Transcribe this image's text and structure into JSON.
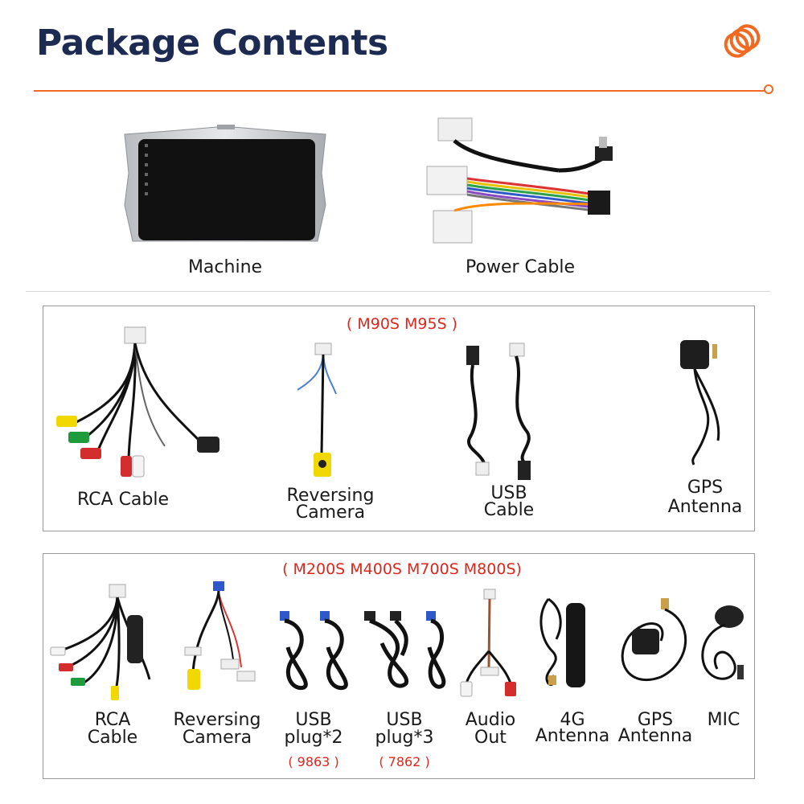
{
  "header": {
    "title": "Package Contents",
    "logo_icon": "orange-coil-logo-icon",
    "accent_color": "#f26a22",
    "title_color": "#1d2a52"
  },
  "main_items": [
    {
      "label": "Machine",
      "icon": "car-stereo-unit-icon"
    },
    {
      "label": "Power Cable",
      "icon": "wiring-harness-icon"
    }
  ],
  "group1": {
    "label": "( M90S M95S )",
    "label_color": "#e0261c",
    "items": [
      {
        "line1": "RCA Cable",
        "line2": "",
        "icon": "rca-cable-icon"
      },
      {
        "line1": "Reversing",
        "line2": "Camera",
        "icon": "reversing-camera-cable-icon"
      },
      {
        "line1": "USB",
        "line2": "Cable",
        "icon": "usb-cable-icon"
      },
      {
        "line1": "GPS",
        "line2": "Antenna",
        "icon": "gps-antenna-icon"
      }
    ]
  },
  "group2": {
    "label": "( M200S M400S M700S M800S)",
    "items": [
      {
        "line1": "RCA",
        "line2": "Cable",
        "code": "",
        "icon": "rca-cable-icon"
      },
      {
        "line1": "Reversing",
        "line2": "Camera",
        "code": "",
        "icon": "reversing-camera-cable-icon"
      },
      {
        "line1": "USB",
        "line2": "plug*2",
        "code": "( 9863 )",
        "icon": "usb-plug-2-icon"
      },
      {
        "line1": "USB",
        "line2": "plug*3",
        "code": "( 7862 )",
        "icon": "usb-plug-3-icon"
      },
      {
        "line1": "Audio",
        "line2": "Out",
        "code": "",
        "icon": "audio-out-cable-icon"
      },
      {
        "line1": "4G",
        "line2": "Antenna",
        "code": "",
        "icon": "4g-antenna-icon"
      },
      {
        "line1": "GPS",
        "line2": "Antenna",
        "code": "",
        "icon": "gps-antenna-icon"
      },
      {
        "line1": "MIC",
        "line2": "",
        "code": "",
        "icon": "microphone-icon"
      }
    ]
  }
}
